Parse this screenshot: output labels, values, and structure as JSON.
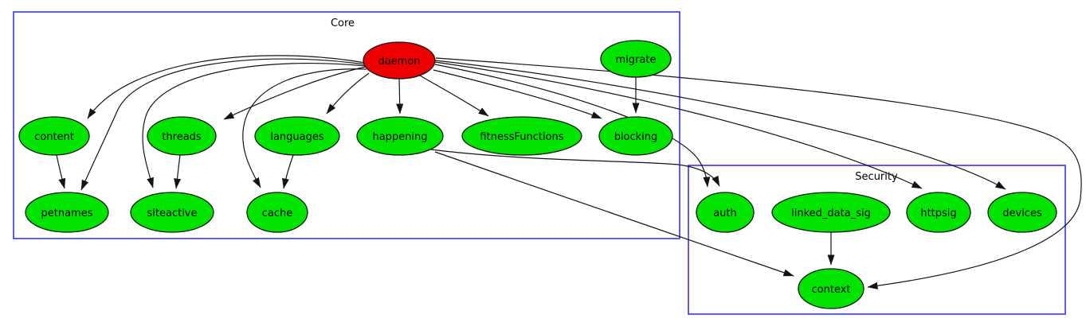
{
  "diagram": {
    "type": "directed-graph",
    "clusters": [
      {
        "id": "core",
        "label": "Core"
      },
      {
        "id": "security",
        "label": "Security"
      }
    ],
    "nodes": [
      {
        "id": "daemon",
        "label": "daemon",
        "color": "red",
        "cluster": "core"
      },
      {
        "id": "migrate",
        "label": "migrate",
        "color": "green",
        "cluster": "core"
      },
      {
        "id": "content",
        "label": "content",
        "color": "green",
        "cluster": "core"
      },
      {
        "id": "threads",
        "label": "threads",
        "color": "green",
        "cluster": "core"
      },
      {
        "id": "languages",
        "label": "languages",
        "color": "green",
        "cluster": "core"
      },
      {
        "id": "happening",
        "label": "happening",
        "color": "green",
        "cluster": "core"
      },
      {
        "id": "fitnessFunctions",
        "label": "fitnessFunctions",
        "color": "green",
        "cluster": "core"
      },
      {
        "id": "blocking",
        "label": "blocking",
        "color": "green",
        "cluster": "core"
      },
      {
        "id": "petnames",
        "label": "petnames",
        "color": "green",
        "cluster": "core"
      },
      {
        "id": "siteactive",
        "label": "siteactive",
        "color": "green",
        "cluster": "core"
      },
      {
        "id": "cache",
        "label": "cache",
        "color": "green",
        "cluster": "core"
      },
      {
        "id": "auth",
        "label": "auth",
        "color": "green",
        "cluster": "security"
      },
      {
        "id": "linked_data_sig",
        "label": "linked_data_sig",
        "color": "green",
        "cluster": "security"
      },
      {
        "id": "httpsig",
        "label": "httpsig",
        "color": "green",
        "cluster": "security"
      },
      {
        "id": "devices",
        "label": "devices",
        "color": "green",
        "cluster": "security"
      },
      {
        "id": "context",
        "label": "context",
        "color": "green",
        "cluster": "security"
      }
    ],
    "edges": [
      {
        "from": "daemon",
        "to": "content"
      },
      {
        "from": "daemon",
        "to": "threads"
      },
      {
        "from": "daemon",
        "to": "languages"
      },
      {
        "from": "daemon",
        "to": "happening"
      },
      {
        "from": "daemon",
        "to": "fitnessFunctions"
      },
      {
        "from": "daemon",
        "to": "blocking"
      },
      {
        "from": "daemon",
        "to": "petnames"
      },
      {
        "from": "daemon",
        "to": "siteactive"
      },
      {
        "from": "daemon",
        "to": "cache"
      },
      {
        "from": "daemon",
        "to": "auth"
      },
      {
        "from": "daemon",
        "to": "httpsig"
      },
      {
        "from": "daemon",
        "to": "devices"
      },
      {
        "from": "daemon",
        "to": "context"
      },
      {
        "from": "migrate",
        "to": "blocking"
      },
      {
        "from": "content",
        "to": "petnames"
      },
      {
        "from": "threads",
        "to": "siteactive"
      },
      {
        "from": "languages",
        "to": "cache"
      },
      {
        "from": "happening",
        "to": "auth"
      },
      {
        "from": "happening",
        "to": "context"
      },
      {
        "from": "linked_data_sig",
        "to": "context"
      }
    ]
  },
  "colors": {
    "node_green": "#00e400",
    "node_red": "#ee0000",
    "cluster_border": "#3535ee",
    "edge_color": "#141414",
    "text_color": "#000000",
    "bg": "#ffffff"
  }
}
